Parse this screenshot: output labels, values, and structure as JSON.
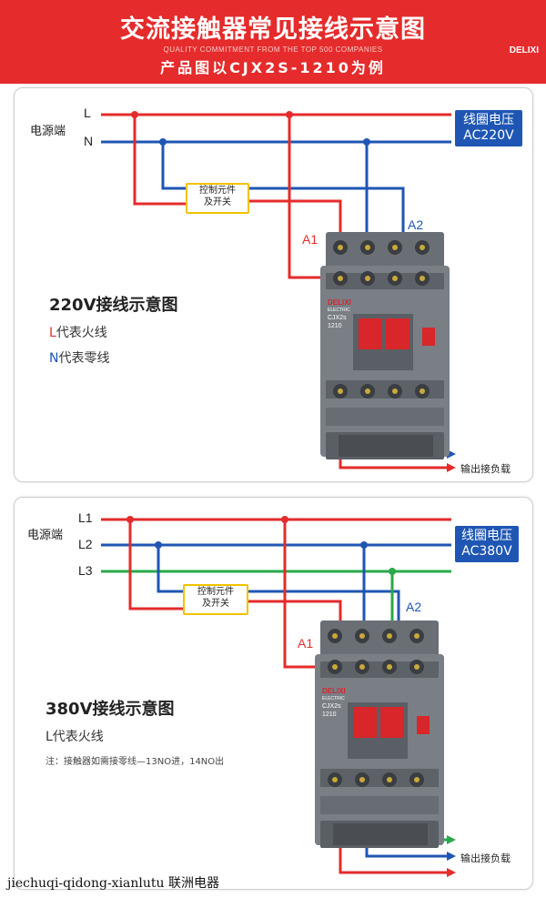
{
  "header": {
    "title": "交流接触器常见接线示意图",
    "subtitle_en": "QUALITY COMMITMENT FROM THE TOP 500 COMPANIES",
    "subtitle": "产品图以CJX2S-1210为例",
    "brand": "DELIXI"
  },
  "panel220": {
    "source_label": "电源端",
    "lines": [
      "L",
      "N"
    ],
    "coil_label": [
      "线圈电压",
      "AC220V"
    ],
    "control": [
      "控制元件",
      "及开关"
    ],
    "a1": "A1",
    "a2": "A2",
    "title": "220V接线示意图",
    "legend": [
      {
        "prefix": "L",
        "rest": "代表火线",
        "color": "#e52b2b"
      },
      {
        "prefix": "N",
        "rest": "代表零线",
        "color": "#1f56b3"
      }
    ],
    "output": "输出接负载"
  },
  "panel380": {
    "source_label": "电源端",
    "lines": [
      "L1",
      "L2",
      "L3"
    ],
    "coil_label": [
      "线圈电压",
      "AC380V"
    ],
    "control": [
      "控制元件",
      "及开关"
    ],
    "a1": "A1",
    "a2": "A2",
    "title": "380V接线示意图",
    "legend_text": "L代表火线",
    "note": "注：接触器如需接零线—13NO进，14NO出",
    "output": "输出接负载"
  },
  "contactor": {
    "brand": "DELIXI",
    "maker": "ELECTRIC",
    "model": "CJX2s",
    "rating": "1210"
  },
  "colors": {
    "live": "#e52b2b",
    "neutral": "#1f56b3",
    "third": "#2aa84a",
    "accent": "#e52b2b"
  },
  "watermark": "jiechuqi-qidong-xianlutu 联洲电器"
}
